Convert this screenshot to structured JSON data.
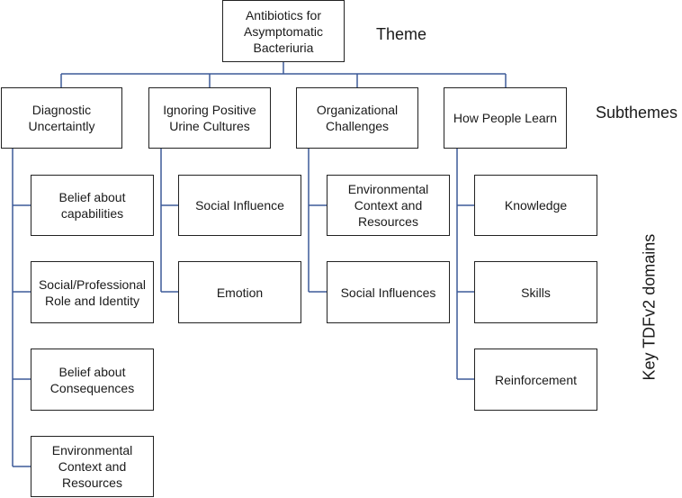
{
  "colors": {
    "connector": "#3d5a99",
    "border": "#222222",
    "text": "#1a1a1a"
  },
  "labels": {
    "theme": "Theme",
    "subthemes": "Subthemes",
    "domains": "Key TDFv2 domains"
  },
  "theme": {
    "text": "Antibiotics for\nAsymptomatic\nBacteriuria"
  },
  "subthemes": [
    {
      "text": "Diagnostic\nUncertaintly",
      "domains": [
        "Belief about\ncapabilities",
        "Social/Professional\nRole and Identity",
        "Belief about\nConsequences",
        "Environmental\nContext and\nResources"
      ]
    },
    {
      "text": "Ignoring Positive\nUrine Cultures",
      "domains": [
        "Social Influence",
        "Emotion"
      ]
    },
    {
      "text": "Organizational\nChallenges",
      "domains": [
        "Environmental\nContext and\nResources",
        "Social Influences"
      ]
    },
    {
      "text": "How People Learn",
      "domains": [
        "Knowledge",
        "Skills",
        "Reinforcement"
      ]
    }
  ]
}
